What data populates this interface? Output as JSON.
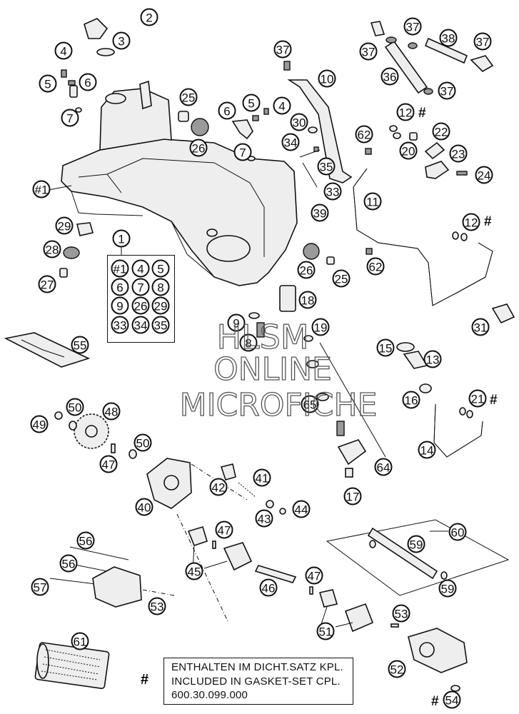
{
  "diagram": {
    "callouts": {
      "c2": "2",
      "c3": "3",
      "c4a": "4",
      "c5a": "5",
      "c6a": "6",
      "c7a": "7",
      "c25a": "25",
      "c26a": "26",
      "c6b": "6",
      "c5b": "5",
      "c4b": "4",
      "c7b": "7",
      "c30": "30",
      "c34": "34",
      "c35": "35",
      "c33": "33",
      "c39": "39",
      "c37a": "37",
      "c10": "10",
      "c11": "11",
      "c37b": "37",
      "c38": "38",
      "c37c": "37",
      "c37d": "37",
      "c36": "36",
      "c37e": "37",
      "c12a": "12",
      "c62a": "62",
      "c22": "22",
      "c20": "20",
      "c23": "23",
      "c24": "24",
      "c12b": "12",
      "c62b": "62",
      "c31": "31",
      "c1hash": "#1",
      "c29": "29",
      "c28": "28",
      "c27": "27",
      "c1": "1",
      "c26b": "26",
      "c25b": "25",
      "c18": "18",
      "c9": "9",
      "c8": "8",
      "c19": "19",
      "c55": "55",
      "c15": "15",
      "c13": "13",
      "c16": "16",
      "c21": "21",
      "c14": "14",
      "c49": "49",
      "c50a": "50",
      "c48": "48",
      "c50b": "50",
      "c47a": "47",
      "c65": "65",
      "c64": "64",
      "c17": "17",
      "c41": "41",
      "c42": "42",
      "c43": "43",
      "c44": "44",
      "c40": "40",
      "c47b": "47",
      "c45": "45",
      "c46": "46",
      "c47c": "47",
      "c60": "60",
      "c59a": "59",
      "c59b": "59",
      "c56a": "56",
      "c56b": "56",
      "c57": "57",
      "c53a": "53",
      "c61": "61",
      "c51": "51",
      "c53b": "53",
      "c52": "52",
      "c54": "54"
    },
    "kit_grid": [
      [
        "#1",
        "4",
        "5"
      ],
      [
        "6",
        "7",
        "8"
      ],
      [
        "9",
        "26",
        "29"
      ],
      [
        "33",
        "34",
        "35"
      ]
    ],
    "hash_marks": {
      "h12a": "#",
      "h12b": "#",
      "h21": "#",
      "h54": "#"
    },
    "watermark": {
      "line1": "HLSM",
      "line2": "ONLINE",
      "line3": "MICROFICHE"
    },
    "note": {
      "hash": "#",
      "line1": "ENTHALTEN IM DICHT.SATZ KPL.",
      "line2": "INCLUDED IN GASKET-SET CPL.",
      "line3": "600.30.099.000"
    }
  }
}
